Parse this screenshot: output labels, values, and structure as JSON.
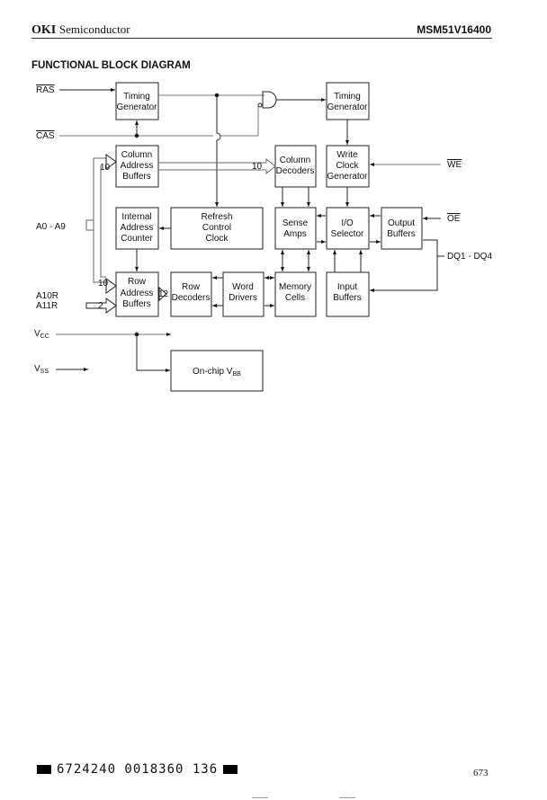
{
  "header": {
    "brand_bold": "OKI",
    "brand_text": "Semiconductor",
    "part_number": "MSM51V16400"
  },
  "section_title": "FUNCTIONAL BLOCK DIAGRAM",
  "signals": {
    "ras": "RAS",
    "cas": "CAS",
    "we": "WE",
    "oe": "OE",
    "addr": "A0 - A9",
    "a10r": "A10R",
    "a11r": "A11R",
    "dq": "DQ1 - DQ4",
    "vcc_main": "V",
    "vcc_sub": "CC",
    "vss_main": "V",
    "vss_sub": "SS"
  },
  "blocks": {
    "timing_gen_1": [
      "Timing",
      "Generator"
    ],
    "timing_gen_2": [
      "Timing",
      "Generator"
    ],
    "col_addr_buf": [
      "Column",
      "Address",
      "Buffers"
    ],
    "col_decoders": [
      "Column",
      "Decoders"
    ],
    "write_clock_gen": [
      "Write",
      "Clock",
      "Generator"
    ],
    "internal_addr_counter": [
      "Internal",
      "Address",
      "Counter"
    ],
    "refresh_control_clock": [
      "Refresh",
      "Control",
      "Clock"
    ],
    "sense_amps": [
      "Sense",
      "Amps"
    ],
    "io_selector": [
      "I/O",
      "Selector"
    ],
    "output_buffers": [
      "Output",
      "Buffers"
    ],
    "row_addr_buf": [
      "Row",
      "Address",
      "Buffers"
    ],
    "row_decoders": [
      "Row",
      "Decoders"
    ],
    "word_drivers": [
      "Word",
      "Drivers"
    ],
    "memory_cells": [
      "Memory",
      "Cells"
    ],
    "input_buffers": [
      "Input",
      "Buffers"
    ],
    "onchip_vbb_main": "On-chip  V",
    "onchip_vbb_sub": "BB"
  },
  "bus_widths": {
    "col_in": "10",
    "col_out": "10",
    "row_in": "10",
    "row_ext": "2",
    "row_out": "12"
  },
  "footer": {
    "barcode_text": "6724240 0018360 136",
    "page_number": "673"
  }
}
